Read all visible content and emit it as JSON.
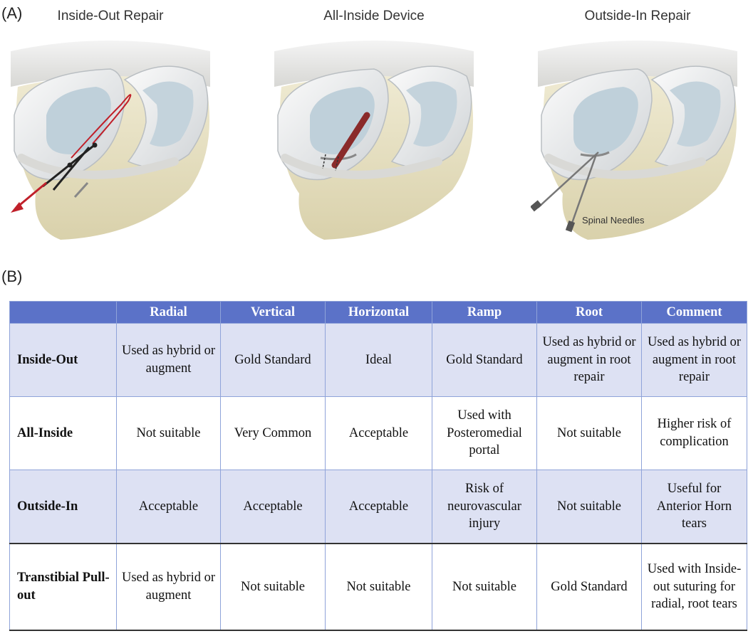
{
  "panels": {
    "a": "(A)",
    "b": "(B)"
  },
  "illustrations": [
    {
      "caption": "Inside-Out Repair"
    },
    {
      "caption": "All-Inside Device"
    },
    {
      "caption": "Outside-In Repair",
      "needle_label": "Spinal Needles"
    }
  ],
  "colors": {
    "header_bg": "#5b72c8",
    "header_text": "#ffffff",
    "row_shade": "#dde1f3",
    "grid": "#8fa3d9",
    "suture_red": "#c0202a",
    "device_red": "#8a2a2a"
  },
  "table": {
    "columns": [
      "",
      "Radial",
      "Vertical",
      "Horizontal",
      "Ramp",
      "Root",
      "Comment"
    ],
    "rows": [
      {
        "label": "Inside-Out",
        "cells": [
          "Used as hybrid or augment",
          "Gold Standard",
          "Ideal",
          "Gold Standard",
          "Used as hybrid or augment in root repair",
          "Used as hybrid or augment in root repair"
        ]
      },
      {
        "label": "All-Inside",
        "cells": [
          "Not suitable",
          "Very Common",
          "Acceptable",
          "Used with Posteromedial portal",
          "Not suitable",
          "Higher risk of complication"
        ]
      },
      {
        "label": "Outside-In",
        "cells": [
          "Acceptable",
          "Acceptable",
          "Acceptable",
          "Risk of neurovascular injury",
          "Not suitable",
          "Useful for Anterior Horn tears"
        ]
      },
      {
        "label": "Transtibial Pull-out",
        "cells": [
          "Used as hybrid or augment",
          "Not suitable",
          "Not suitable",
          "Not suitable",
          "Gold Standard",
          "Used with Inside-out suturing for radial, root tears"
        ]
      }
    ]
  }
}
